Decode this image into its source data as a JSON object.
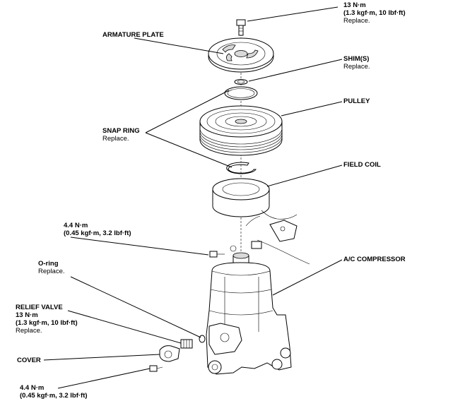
{
  "callouts": {
    "bolt_torque": {
      "line1": "13 N·m",
      "line2": "(1.3 kgf·m, 10 lbf·ft)",
      "line3": "Replace."
    },
    "armature_plate": {
      "line1": "ARMATURE PLATE"
    },
    "shims": {
      "line1": "SHIM(S)",
      "line2": "Replace."
    },
    "pulley": {
      "line1": "PULLEY"
    },
    "snap_ring": {
      "line1": "SNAP RING",
      "line2": "Replace."
    },
    "field_coil": {
      "line1": "FIELD COIL"
    },
    "field_coil_bolt": {
      "line1": "4.4 N·m",
      "line2": "(0.45 kgf·m, 3.2 lbf·ft)"
    },
    "a_c_compressor": {
      "line1": "A/C COMPRESSOR"
    },
    "o_ring": {
      "line1": "O-ring",
      "line2": "Replace."
    },
    "relief_valve": {
      "line1": "RELIEF VALVE",
      "line2": "13 N·m",
      "line3": "(1.3 kgf·m, 10 lbf·ft)",
      "line4": "Replace."
    },
    "cover": {
      "line1": "COVER"
    },
    "cover_bolt": {
      "line1": "4.4 N·m",
      "line2": "(0.45 kgf·m, 3.2 lbf·ft)"
    }
  }
}
